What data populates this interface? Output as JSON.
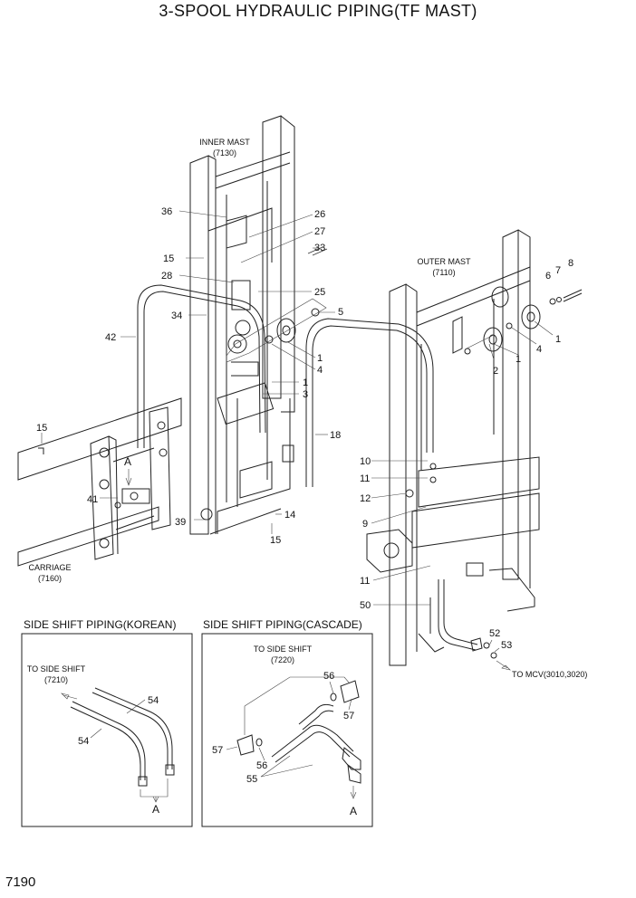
{
  "title": "3-SPOOL HYDRAULIC PIPING(TF MAST)",
  "page_number": "7190",
  "assemblies": {
    "inner_mast": {
      "name": "INNER MAST",
      "code": "(7130)"
    },
    "outer_mast": {
      "name": "OUTER MAST",
      "code": "(7110)"
    },
    "carriage": {
      "name": "CARRIAGE",
      "code": "(7160)"
    }
  },
  "view_markers": {
    "a": "A"
  },
  "callouts": {
    "n1": "1",
    "n2": "2",
    "n3": "3",
    "n4": "4",
    "n5": "5",
    "n6": "6",
    "n7": "7",
    "n8": "8",
    "n9": "9",
    "n10": "10",
    "n11": "11",
    "n12": "12",
    "n14": "14",
    "n15": "15",
    "n18": "18",
    "n25": "25",
    "n26": "26",
    "n27": "27",
    "n28": "28",
    "n33": "33",
    "n34": "34",
    "n36": "36",
    "n39": "39",
    "n41": "41",
    "n42": "42",
    "n50": "50",
    "n52": "52",
    "n53": "53",
    "n54": "54",
    "n55": "55",
    "n56": "56",
    "n57": "57"
  },
  "to_mcv": "TO MCV(3010,3020)",
  "insets": {
    "korean": {
      "title": "SIDE SHIFT PIPING(KOREAN)",
      "dest": "TO SIDE SHIFT",
      "code": "(7210)"
    },
    "cascade": {
      "title": "SIDE SHIFT PIPING(CASCADE)",
      "dest": "TO SIDE SHIFT",
      "code": "(7220)"
    }
  }
}
